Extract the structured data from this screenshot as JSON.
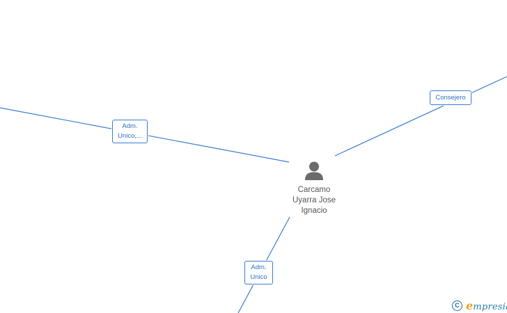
{
  "center_node": {
    "name_lines": [
      "Carcamo",
      "Uyarra Jose",
      "Ignacio"
    ],
    "icon": "person-icon",
    "icon_color": "#6b6b6b"
  },
  "relations": [
    {
      "id": "rel-adm-unico-ellipsis",
      "lines": [
        "Adm.",
        "Unico,..."
      ]
    },
    {
      "id": "rel-consejero",
      "lines": [
        "Consejero"
      ]
    },
    {
      "id": "rel-adm-unico",
      "lines": [
        "Adm.",
        "Unico"
      ]
    }
  ],
  "colors": {
    "edge": "#3a7bd5",
    "label_text": "#2f6fc6",
    "node_text": "#555555"
  },
  "watermark": {
    "copyright_symbol": "C",
    "brand_initial": "e",
    "brand_rest": "mpresia"
  }
}
